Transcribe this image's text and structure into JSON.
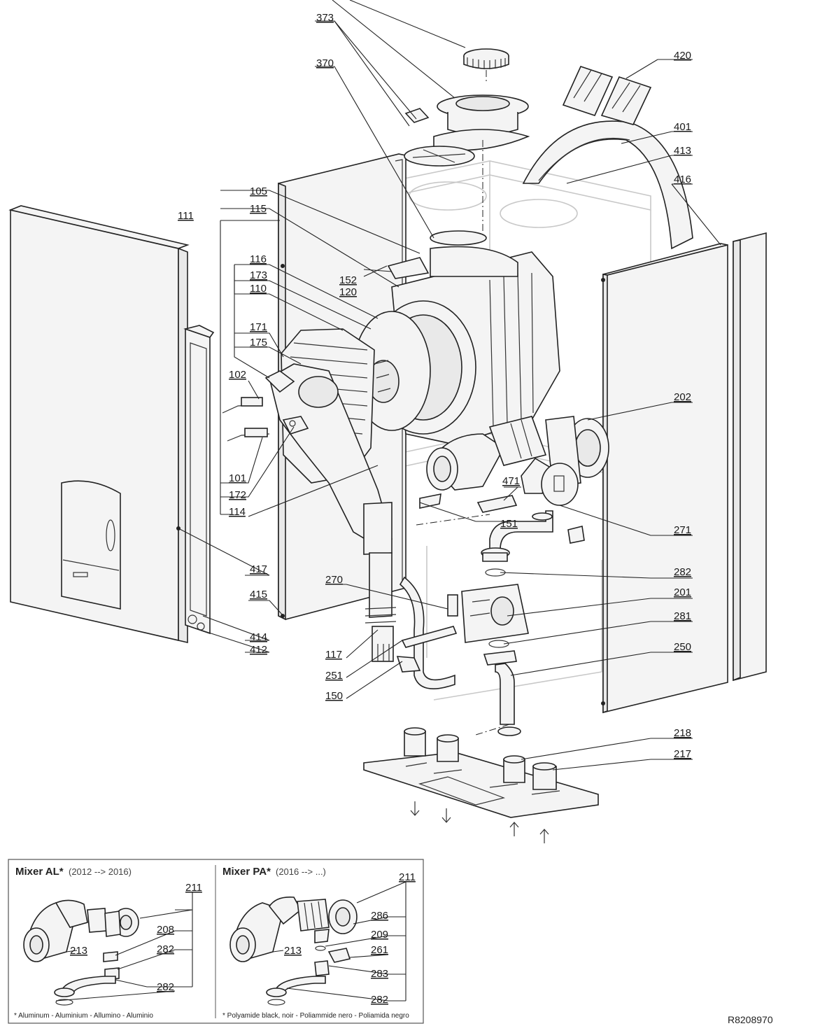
{
  "labels": [
    "373",
    "370",
    "420",
    "401",
    "413",
    "416",
    "105",
    "115",
    "111",
    "152",
    "120",
    "116",
    "173",
    "110",
    "171",
    "175",
    "102",
    "202",
    "101",
    "172",
    "114",
    "471",
    "151",
    "271",
    "417",
    "282",
    "415",
    "270",
    "201",
    "414",
    "412",
    "281",
    "117",
    "250",
    "251",
    "150",
    "218",
    "217"
  ],
  "inset": {
    "left_title": "Mixer AL*",
    "left_subtitle": "(2012 --> 2016)",
    "right_title": "Mixer PA*",
    "right_subtitle": "(2016 --> ...)",
    "left_labels": [
      "211",
      "208",
      "282",
      "213",
      "282"
    ],
    "right_labels": [
      "211",
      "286",
      "209",
      "261",
      "213",
      "283",
      "282"
    ],
    "left_footnote": "* Aluminum - Aluminium - Allumino - Aluminio",
    "right_footnote": "* Polyamide black, noir  - Poliammide nero - Poliamida negro"
  },
  "reference": "R8208970"
}
